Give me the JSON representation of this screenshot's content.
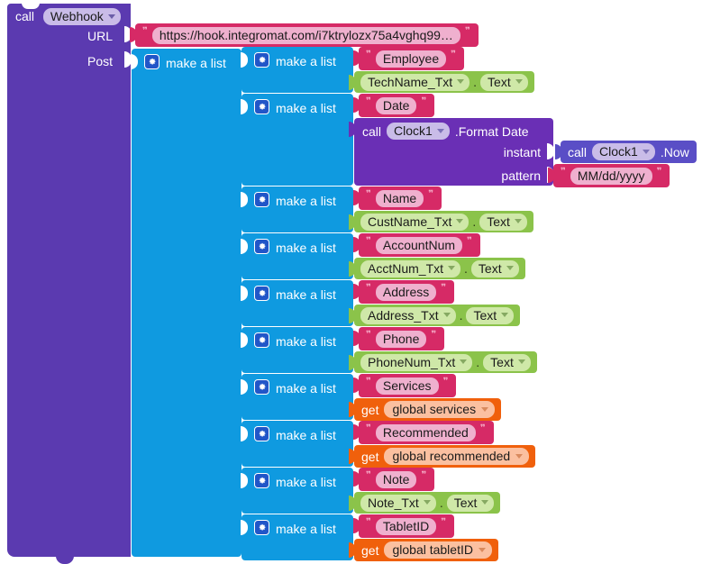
{
  "blocks": {
    "call_label": "call",
    "component": "Webhook",
    "sockets": {
      "url": "URL",
      "post": "Post"
    },
    "make_a_list": "make a list",
    "get_label": "get",
    "clock": {
      "call_label": "call",
      "component": "Clock1",
      "format_date_method": ".Format Date",
      "now_method": ".Now",
      "instant_label": "instant",
      "pattern_label": "pattern",
      "pattern_value": "MM/dd/yyyy"
    },
    "url_value": "https://hook.integromat.com/i7ktrylozx75a4vghq99…",
    "pairs": [
      {
        "key": "Employee",
        "value_kind": "property",
        "component": "TechName_Txt",
        "property": "Text"
      },
      {
        "key": "Date",
        "value_kind": "clock"
      },
      {
        "key": "Name",
        "value_kind": "property",
        "component": "CustName_Txt",
        "property": "Text"
      },
      {
        "key": "AccountNum",
        "value_kind": "property",
        "component": "AcctNum_Txt",
        "property": "Text"
      },
      {
        "key": "Address",
        "value_kind": "property",
        "component": "Address_Txt",
        "property": "Text"
      },
      {
        "key": "Phone",
        "value_kind": "property",
        "component": "PhoneNum_Txt",
        "property": "Text"
      },
      {
        "key": "Services",
        "value_kind": "global",
        "variable": "global services"
      },
      {
        "key": "Recommended",
        "value_kind": "global",
        "variable": "global recommended"
      },
      {
        "key": "Note",
        "value_kind": "property",
        "component": "Note_Txt",
        "property": "Text"
      },
      {
        "key": "TabletID",
        "value_kind": "global",
        "variable": "global tabletID"
      }
    ]
  },
  "colors": {
    "procedure_purple": "#5b3ab0",
    "list_blue": "#0f9ae0",
    "text_magenta": "#d62a66",
    "component_green": "#8bc34a",
    "variable_orange": "#f0600c",
    "clock_purple": "#6a2fb5",
    "clock_now_purple": "#5a4ec6"
  }
}
